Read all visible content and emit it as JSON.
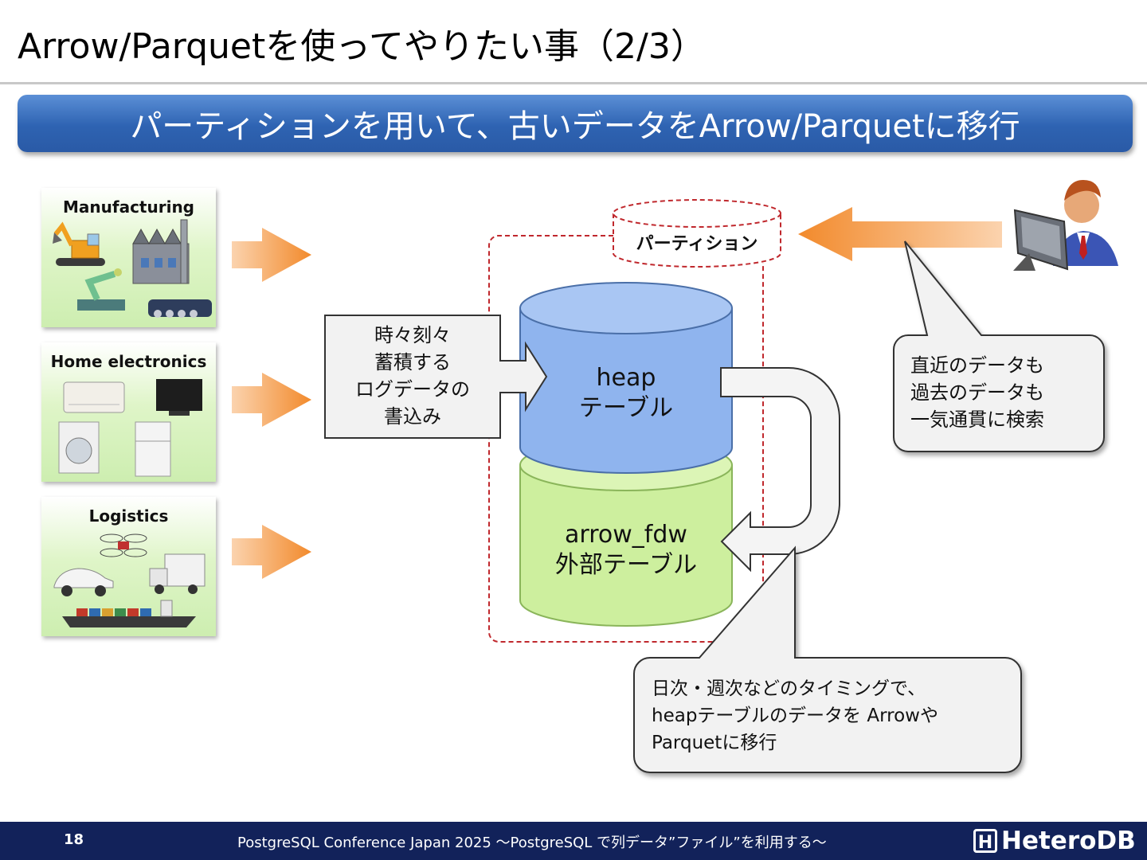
{
  "slide": {
    "title": "Arrow/Parquetを使ってやりたい事（2/3）",
    "subtitle": "パーティションを用いて、古いデータをArrow/Parquetに移行"
  },
  "sources": [
    {
      "label": "Manufacturing"
    },
    {
      "label": "Home electronics"
    },
    {
      "label": "Logistics"
    }
  ],
  "write_box": {
    "lines": [
      "時々刻々",
      "蓄積する",
      "ログデータの",
      "書込み"
    ]
  },
  "partition": {
    "label": "パーティション"
  },
  "heap": {
    "lines": [
      "heap",
      "テーブル"
    ]
  },
  "arrow_fdw": {
    "lines": [
      "arrow_fdw",
      "外部テーブル"
    ]
  },
  "callout_search": {
    "lines": [
      "直近のデータも",
      "過去のデータも",
      "一気通貫に検索"
    ]
  },
  "callout_migrate": {
    "lines": [
      "日次・週次などのタイミングで、",
      "heapテーブルのデータを Arrowや",
      "Parquetに移行"
    ]
  },
  "footer": {
    "page": "18",
    "text": "PostgreSQL Conference Japan 2025 〜PostgreSQL で列データ”ファイル”を利用する〜",
    "logo_mark": "H",
    "logo_text": "HeteroDB"
  },
  "colors": {
    "banner": "#2e63b2",
    "heap": "#8fb4ee",
    "arrow_fdw": "#cdef9e",
    "orange": "#f39a40",
    "footer": "#12225a",
    "partition_border": "#c0282d"
  }
}
